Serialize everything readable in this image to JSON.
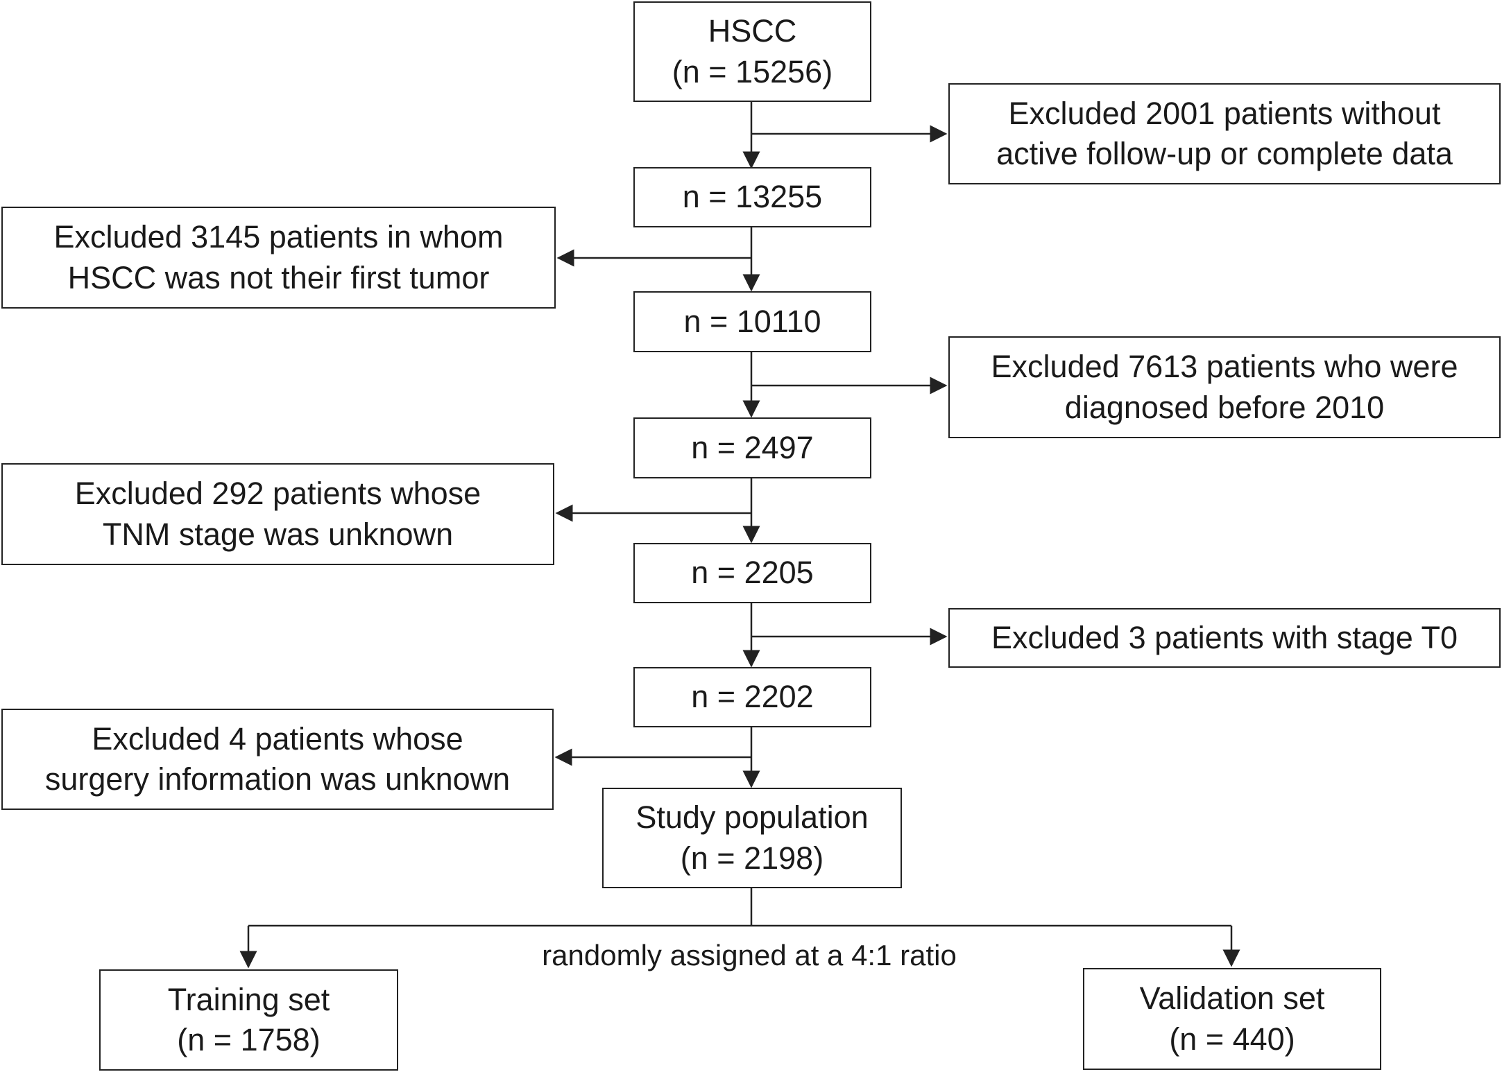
{
  "nodes": {
    "hscc": {
      "line1": "HSCC",
      "line2": "(n = 15256)"
    },
    "n13255": {
      "line1": "n = 13255"
    },
    "n10110": {
      "line1": "n = 10110"
    },
    "n2497": {
      "line1": "n = 2497"
    },
    "n2205": {
      "line1": "n = 2205"
    },
    "n2202": {
      "line1": "n = 2202"
    },
    "study": {
      "line1": "Study population",
      "line2": "(n = 2198)"
    },
    "training": {
      "line1": "Training set",
      "line2": "(n = 1758)"
    },
    "validation": {
      "line1": "Validation set",
      "line2": "(n = 440)"
    },
    "excl1": {
      "line1": "Excluded 2001 patients without",
      "line2": "active follow-up or complete data"
    },
    "excl2": {
      "line1": "Excluded 3145 patients in whom",
      "line2": "HSCC was not their first tumor"
    },
    "excl3": {
      "line1": "Excluded 7613 patients who were",
      "line2": "diagnosed before 2010"
    },
    "excl4": {
      "line1": "Excluded 292 patients whose",
      "line2": "TNM stage was unknown"
    },
    "excl5": {
      "line1": "Excluded 3 patients with stage T0"
    },
    "excl6": {
      "line1": "Excluded 4 patients whose",
      "line2": "surgery information was unknown"
    }
  },
  "split_label": "randomly assigned at a 4:1 ratio"
}
